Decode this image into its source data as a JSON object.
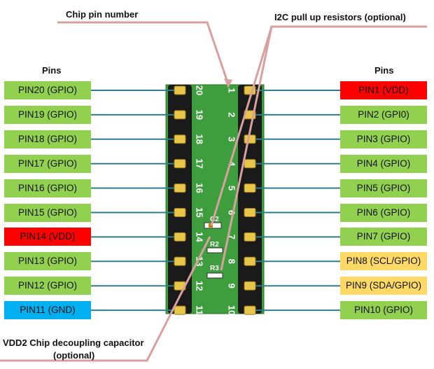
{
  "headers": {
    "left": "Pins",
    "right": "Pins"
  },
  "annotations": {
    "chip_pin_number": "Chip pin number",
    "i2c_pullups": "I2C pull up resistors (optional)",
    "decoupling_line1": "VDD2 Chip decoupling capacitor",
    "decoupling_line2": "(optional)"
  },
  "colors": {
    "gpio": "#92d050",
    "vdd": "#ff0000",
    "gnd": "#00b0f0",
    "i2c": "#ffd966",
    "wire": "#2e7d8c",
    "pcb": "#3e9e3e",
    "header": "#1a1a1a",
    "pin_gold": "#e8c64a",
    "leader": "#d9a0a0"
  },
  "left_pins": [
    {
      "label": "PIN20 (GPIO)",
      "kind": "gpio"
    },
    {
      "label": "PIN19 (GPIO)",
      "kind": "gpio"
    },
    {
      "label": "PIN18 (GPIO)",
      "kind": "gpio"
    },
    {
      "label": "PIN17 (GPIO)",
      "kind": "gpio"
    },
    {
      "label": "PIN16 (GPIO)",
      "kind": "gpio"
    },
    {
      "label": "PIN15 (GPIO)",
      "kind": "gpio"
    },
    {
      "label": "PIN14 (VDD)",
      "kind": "vdd"
    },
    {
      "label": "PIN13 (GPIO)",
      "kind": "gpio"
    },
    {
      "label": "PIN12 (GPIO)",
      "kind": "gpio"
    },
    {
      "label": "PIN11 (GND)",
      "kind": "gnd"
    }
  ],
  "right_pins": [
    {
      "label": "PIN1 (VDD)",
      "kind": "vdd"
    },
    {
      "label": "PIN2 (GPI0)",
      "kind": "gpio"
    },
    {
      "label": "PIN3 (GPIO)",
      "kind": "gpio"
    },
    {
      "label": "PIN4 (GPIO)",
      "kind": "gpio"
    },
    {
      "label": "PIN5 (GPIO)",
      "kind": "gpio"
    },
    {
      "label": "PIN6 (GPIO)",
      "kind": "gpio"
    },
    {
      "label": "PIN7 (GPIO)",
      "kind": "gpio"
    },
    {
      "label": "PIN8 (SCL/GPIO)",
      "kind": "i2c"
    },
    {
      "label": "PIN9 (SDA/GPIO)",
      "kind": "i2c"
    },
    {
      "label": "PIN10 (GPIO)",
      "kind": "gpio"
    }
  ],
  "board": {
    "left_numbers": [
      "20",
      "19",
      "18",
      "17",
      "16",
      "15",
      "14",
      "13",
      "12",
      "11"
    ],
    "right_numbers": [
      "1",
      "2",
      "3",
      "4",
      "5",
      "6",
      "7",
      "8",
      "9",
      "10"
    ],
    "components": [
      "C2",
      "R2",
      "R3"
    ]
  }
}
